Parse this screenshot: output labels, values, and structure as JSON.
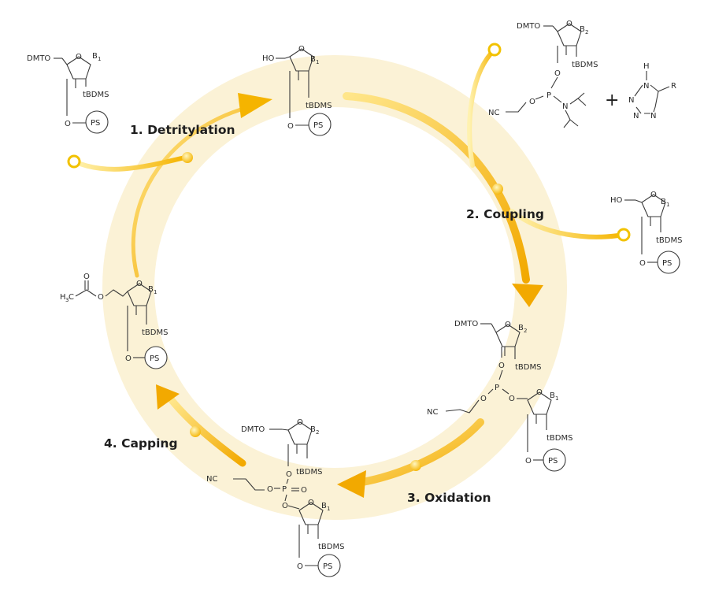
{
  "colors": {
    "ring": "#fbf2d6",
    "arrow_light": "#ffe27a",
    "arrow_dark": "#f2a900",
    "node": "#ffd84a"
  },
  "steps": {
    "detritylation": "1. Detritylation",
    "coupling": "2. Coupling",
    "oxidation": "3. Oxidation",
    "capping": "4. Capping"
  },
  "molecules": {
    "start": {
      "protect": "DMTO",
      "base": "B",
      "base_sub": "1",
      "group": "tBDMS",
      "o": "O",
      "support": "PS"
    },
    "detritylated": {
      "protect": "HO",
      "base": "B",
      "base_sub": "1",
      "group": "tBDMS",
      "o": "O",
      "support": "PS"
    },
    "amidite": {
      "protect": "DMTO",
      "base": "B",
      "base_sub": "2",
      "group": "tBDMS",
      "o": "O",
      "p": "P",
      "n": "N",
      "nc": "NC",
      "o2": "O"
    },
    "plus": "+",
    "tetrazole": {
      "h": "H",
      "n": "N",
      "r": "R"
    },
    "unreacted": {
      "protect": "HO",
      "base": "B",
      "base_sub": "1",
      "group": "tBDMS",
      "o": "O",
      "support": "PS"
    },
    "phosphite": {
      "protect": "DMTO",
      "base": "B",
      "base_sub": "2",
      "group": "tBDMS",
      "o": "O",
      "p": "P",
      "nc": "NC",
      "base2": "B",
      "base2_sub": "1",
      "group2": "tBDMS",
      "support": "PS"
    },
    "phosphate": {
      "protect": "DMTO",
      "base": "B",
      "base_sub": "2",
      "group": "tBDMS",
      "o": "O",
      "p": "P",
      "oxo": "O",
      "nc": "NC",
      "base2": "B",
      "base2_sub": "1",
      "group2": "tBDMS",
      "support": "PS"
    },
    "capped": {
      "h": "H",
      "sub3": "3",
      "c": "C",
      "o": "O",
      "base": "B",
      "base_sub": "1",
      "group": "tBDMS",
      "support": "PS"
    }
  }
}
